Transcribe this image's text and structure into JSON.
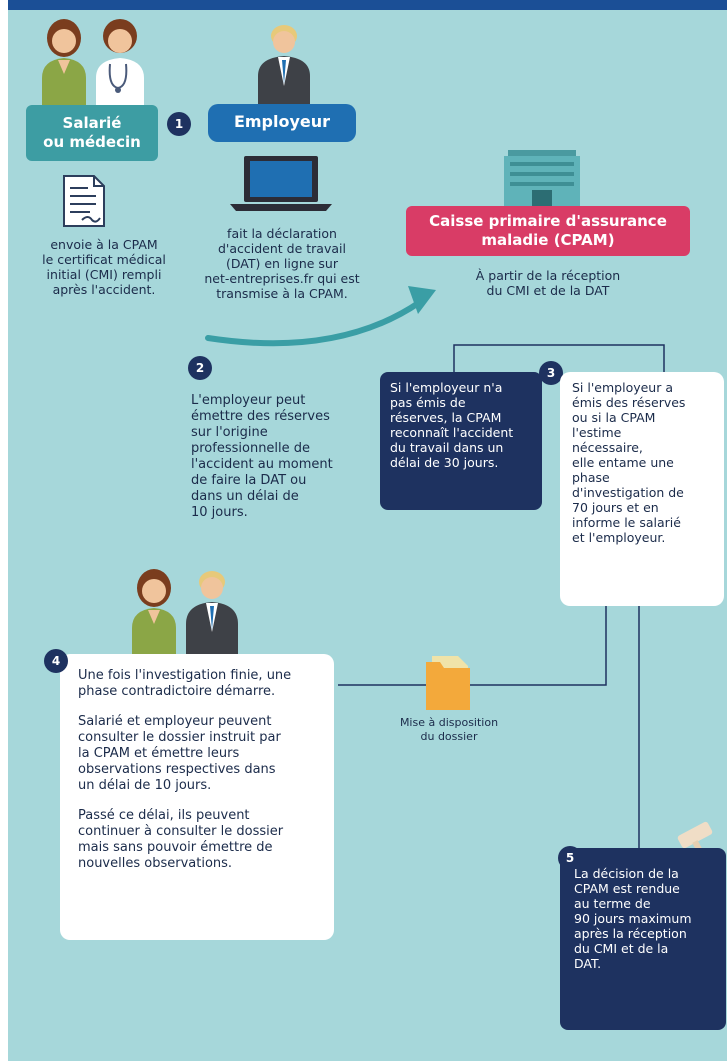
{
  "steps": {
    "s1": "1",
    "s2": "2",
    "s3": "3",
    "s4": "4",
    "s5": "5"
  },
  "salarie": {
    "badge": "Salarié\nou médecin",
    "text": "envoie à la CPAM\nle certificat médical\ninitial (CMI) rempli\naprès l'accident."
  },
  "employeur": {
    "badge": "Employeur",
    "text": "fait la déclaration\nd'accident de travail\n(DAT) en ligne sur\nnet-entreprises.fr qui est\ntransmise à la CPAM."
  },
  "cpam": {
    "badge": "Caisse primaire d'assurance\nmaladie (CPAM)",
    "text": "À partir de la réception\ndu CMI et de la DAT"
  },
  "reserves": {
    "text": "L'employeur peut\némettre des réserves\nsur l'origine\nprofessionnelle de\nl'accident au moment\nde faire la DAT ou\ndans un délai de\n10 jours."
  },
  "branch_left": {
    "text": "Si l'employeur n'a\npas émis de\nréserves, la CPAM\nreconnaît l'accident\ndu travail dans un\ndélai de 30 jours."
  },
  "branch_right": {
    "text": "Si l'employeur a\némis des réserves\nou si la CPAM\nl'estime\nnécessaire,\nelle entame une\nphase\nd'investigation de\n70 jours et en\ninforme le salarié\net l'employeur."
  },
  "contradictoire": {
    "p1": "Une fois l'investigation finie, une\nphase contradictoire démarre.",
    "p2": "Salarié et employeur peuvent\nconsulter le dossier instruit par\nla CPAM et émettre leurs\nobservations respectives dans\nun délai de 10 jours.",
    "p3": "Passé ce délai, ils peuvent\ncontinuer à consulter le dossier\nmais sans pouvoir émettre de\nnouvelles observations."
  },
  "dossier": {
    "label": "Mise à disposition\ndu dossier"
  },
  "decision": {
    "text": "La décision de la\nCPAM est rendue\nau terme de\n90 jours maximum\naprès la réception\ndu CMI et de la\nDAT."
  },
  "colors": {
    "background": "#a6d7da",
    "navy": "#1e3260",
    "teal": "#3d9da3",
    "blue": "#1f6fb2",
    "pink": "#d93c66",
    "arrow": "#3a9ea5"
  }
}
